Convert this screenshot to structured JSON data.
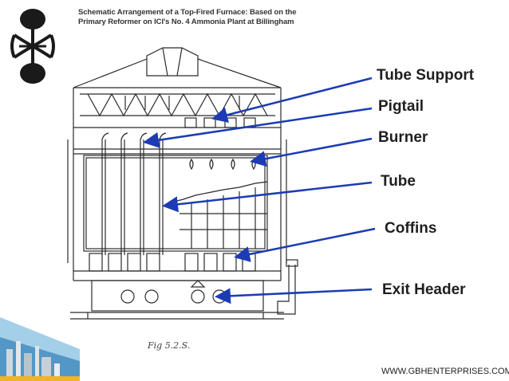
{
  "figure": {
    "title_line1": "Schematic Arrangement of a Top-Fired Furnace: Based on the",
    "title_line2": "Primary Reformer on ICI's No. 4 Ammonia Plant at Billingham",
    "caption": "Fig 5.2.S."
  },
  "callouts": [
    {
      "id": "tube-support",
      "label": "Tube Support"
    },
    {
      "id": "pigtail",
      "label": "Pigtail"
    },
    {
      "id": "burner",
      "label": "Burner"
    },
    {
      "id": "tube",
      "label": "Tube"
    },
    {
      "id": "coffins",
      "label": "Coffins"
    },
    {
      "id": "exit-header",
      "label": "Exit Header"
    }
  ],
  "footer": {
    "url": "WWW.GBHENTERPRISES.COM"
  },
  "colors": {
    "arrow": "#1c3bb4",
    "drawing": "#2b2b2b",
    "logo": "#1a1a1a"
  }
}
